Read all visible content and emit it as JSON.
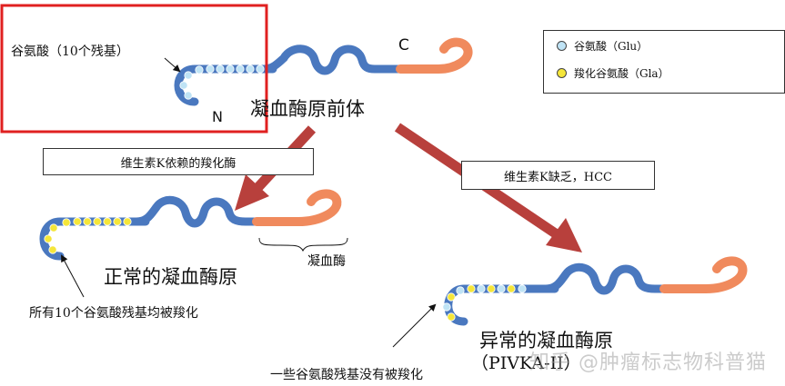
{
  "labels": {
    "glu_residues": "谷氨酸（10个残基）",
    "terminal_c": "C",
    "terminal_n": "N",
    "precursor_title": "凝血酶原前体",
    "enzyme_box": "维生素K依赖的羧化酶",
    "deficiency_box": "维生素K缺乏，HCC",
    "thrombin_label": "凝血酶",
    "normal_title": "正常的凝血酶原",
    "all_carboxylated": "所有10个谷氨酸残基均被羧化",
    "abnormal_title": "异常的凝血酶原",
    "abnormal_subtitle": "（PIVKA-II）",
    "some_not_carboxylated": "一些谷氨酸残基没有被羧化",
    "watermark": "知乎 @肿瘤标志物科普猫"
  },
  "legend": {
    "glu": "谷氨酸（Glu）",
    "gla": "羧化谷氨酸（Gla）"
  },
  "colors": {
    "chain_blue": "#4a78bf",
    "thrombin_orange": "#f08a5d",
    "glu_fill": "#bfe3f5",
    "gla_fill": "#f5e63a",
    "arrow_red": "#b8403c",
    "highlight_red": "#e02020"
  }
}
